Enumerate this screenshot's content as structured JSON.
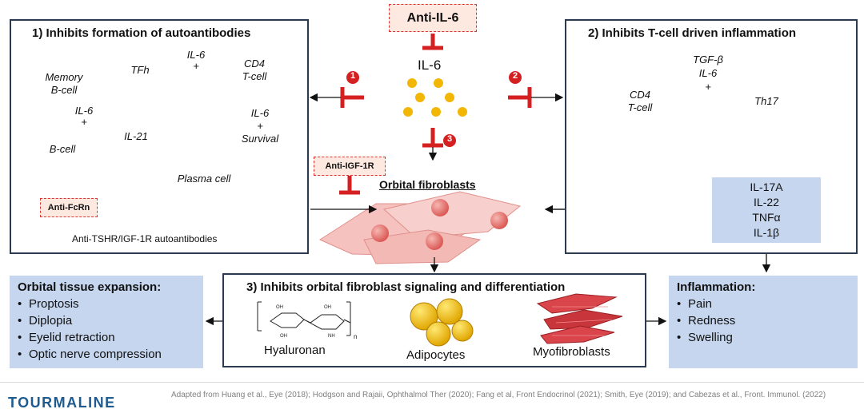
{
  "top": {
    "anti_il6": "Anti-IL-6",
    "il6": "IL-6",
    "badge1": "1",
    "badge2": "2",
    "badge3": "3"
  },
  "box1": {
    "title": "1) Inhibits formation of autoantibodies",
    "memory_bcell_l1": "Memory",
    "memory_bcell_l2": "B-cell",
    "tfh": "TFh",
    "cd4_l1": "CD4",
    "cd4_l2": "T-cell",
    "il6_plus_top_l1": "IL-6",
    "il6_plus_top_l2": "+",
    "il6_plus_left_l1": "IL-6",
    "il6_plus_left_l2": "+",
    "bcell": "B-cell",
    "il21": "IL-21",
    "plasma_cell": "Plasma cell",
    "il6_survival_l1": "IL-6",
    "il6_survival_l2": "+",
    "il6_survival_l3": "Survival",
    "anti_fcrn": "Anti-FcRn",
    "autoantibodies": "Anti-TSHR/IGF-1R autoantibodies"
  },
  "center": {
    "anti_igf1r": "Anti-IGF-1R",
    "orbital_fibroblasts": "Orbital fibroblasts"
  },
  "box2": {
    "title": "2) Inhibits T-cell driven inflammation",
    "tgf_l1": "TGF-β",
    "tgf_l2": "IL-6",
    "tgf_l3": "+",
    "cd4_l1": "CD4",
    "cd4_l2": "T-cell",
    "th17": "Th17",
    "cytokines": [
      "IL-17A",
      "IL-22",
      "TNFα",
      "IL-1β"
    ]
  },
  "box3": {
    "title": "3) Inhibits orbital fibroblast signaling and differentiation",
    "hyaluronan": "Hyaluronan",
    "adipocytes": "Adipocytes",
    "myofibroblasts": "Myofibroblasts"
  },
  "left_panel": {
    "title": "Orbital tissue expansion:",
    "items": [
      "Proptosis",
      "Diplopia",
      "Eyelid retraction",
      "Optic nerve compression"
    ]
  },
  "right_panel": {
    "title": "Inflammation:",
    "items": [
      "Pain",
      "Redness",
      "Swelling"
    ]
  },
  "footer": {
    "logo": "TOURMALINE",
    "citation": "Adapted from Huang et al., Eye (2018); Hodgson and Rajaii, Ophthalmol Ther (2020); Fang et al, Front Endocrinol (2021); Smith, Eye (2019); and Cabezas et al., Front. Immunol. (2022)"
  },
  "colors": {
    "inhibit_red": "#d42020",
    "il6_dot": "#f2b705",
    "cell_green": "#8cc49a",
    "cell_blue": "#bfe3f2",
    "panel_blue": "#c5d6ee"
  }
}
